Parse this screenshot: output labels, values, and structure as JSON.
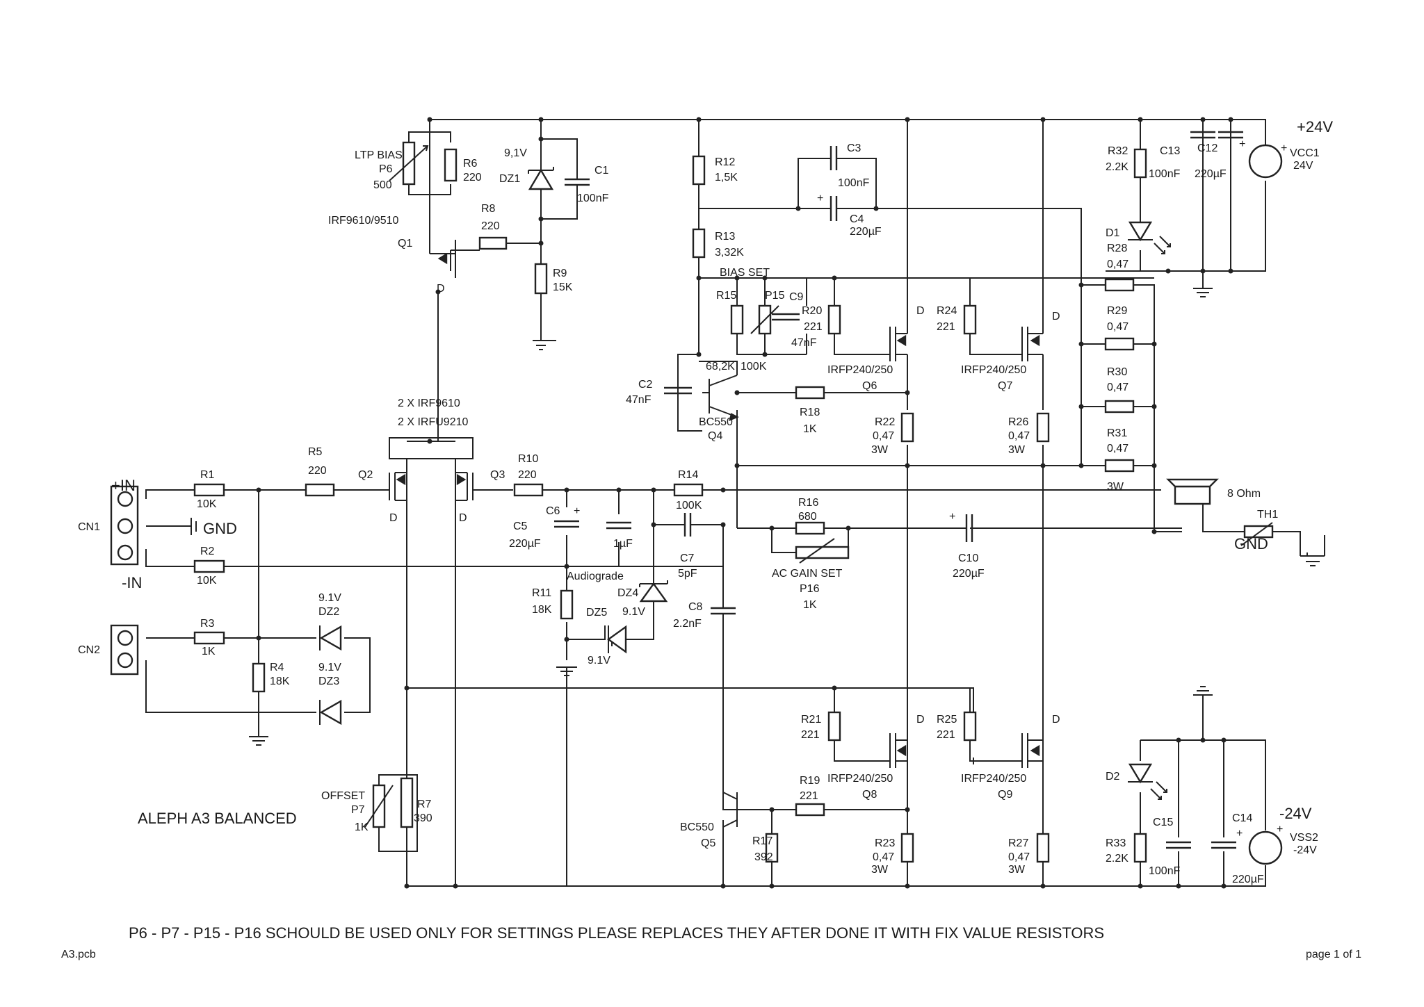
{
  "supply": {
    "pos_label": "+24V",
    "vcc_name": "VCC1",
    "vcc_value": "24V",
    "neg_label": "-24V",
    "vss_name": "VSS2",
    "vss_value": "-24V"
  },
  "title": "ALEPH A3 BALANCED",
  "footer": {
    "note": "P6 - P7 - P15 - P16 SCHOULD  BE USED ONLY FOR SETTINGS PLEASE REPLACES THEY AFTER DONE IT WITH FIX VALUE RESISTORS",
    "file": "A3.pcb",
    "page": "page 1 of 1"
  },
  "connectors": {
    "cn1": "CN1",
    "cn1_pos": "+IN",
    "cn1_neg": "-IN",
    "cn1_gnd": "GND",
    "cn2": "CN2"
  },
  "components": {
    "r1": "R1",
    "r1_v": "10K",
    "r2": "R2",
    "r2_v": "10K",
    "r3": "R3",
    "r3_v": "1K",
    "r4": "R4",
    "r4_v": "18K",
    "r5": "R5",
    "r5_v": "220",
    "r6": "R6",
    "r6_v": "220",
    "r7": "R7",
    "r7_v": "390",
    "r8": "R8",
    "r8_v": "220",
    "r9": "R9",
    "r9_v": "15K",
    "r10": "R10",
    "r10_v": "220",
    "r11": "R11",
    "r11_v": "18K",
    "r12": "R12",
    "r12_v": "1,5K",
    "r13": "R13",
    "r13_v": "3,32K",
    "r14": "R14",
    "r14_v": "100K",
    "r15": "R15",
    "r15_v": "68,2K",
    "r16": "R16",
    "r16_v": "680",
    "r17": "R17",
    "r17_v": "392",
    "r18": "R18",
    "r18_v": "1K",
    "r19": "R19",
    "r19_v": "221",
    "r20": "R20",
    "r20_v": "221",
    "r21": "R21",
    "r21_v": "221",
    "r22": "R22",
    "r22_v": "0,47",
    "r22_w": "3W",
    "r23": "R23",
    "r23_v": "0,47",
    "r23_w": "3W",
    "r24": "R24",
    "r24_v": "221",
    "r25": "R25",
    "r25_v": "221",
    "r26": "R26",
    "r26_v": "0,47",
    "r26_w": "3W",
    "r27": "R27",
    "r27_v": "0,47",
    "r27_w": "3W",
    "r28": "R28",
    "r28_v": "0,47",
    "r29": "R29",
    "r29_v": "0,47",
    "r30": "R30",
    "r30_v": "0,47",
    "r31": "R31",
    "r31_v": "0,47",
    "r31_w": "3W",
    "r32": "R32",
    "r32_v": "2.2K",
    "r33": "R33",
    "r33_v": "2.2K",
    "p6_title": "LTP BIAS",
    "p6": "P6",
    "p6_v": "500",
    "p7_title": "OFFSET",
    "p7": "P7",
    "p7_v": "1K",
    "p15_title": "BIAS SET",
    "p15": "P15",
    "p15_v": "100K",
    "p16_title": "AC GAIN SET",
    "p16": "P16",
    "p16_v": "1K",
    "c1": "C1",
    "c1_v": "100nF",
    "c2": "C2",
    "c2_v": "47nF",
    "c3": "C3",
    "c3_v": "100nF",
    "c4": "C4",
    "c4_v": "220µF",
    "c5": "C5",
    "c5_v": "220µF",
    "c6": "C6",
    "c6_v": "1µF",
    "c6_note": "Audiograde",
    "c7": "C7",
    "c7_v": "5pF",
    "c8": "C8",
    "c8_v": "2.2nF",
    "c9": "C9",
    "c9_v": "47nF",
    "c10": "C10",
    "c10_v": "220µF",
    "c12": "C12",
    "c12_v": "220µF",
    "c13": "C13",
    "c13_v": "100nF",
    "c14": "C14",
    "c14_v": "220µF",
    "c15": "C15",
    "c15_v": "100nF",
    "dz1": "DZ1",
    "dz1_v": "9,1V",
    "dz2": "DZ2",
    "dz2_v": "9.1V",
    "dz3": "DZ3",
    "dz3_v": "9.1V",
    "dz4": "DZ4",
    "dz4_v": "9.1V",
    "dz5": "DZ5",
    "dz5_v": "9.1V",
    "d1": "D1",
    "d2": "D2",
    "q1": "Q1",
    "q1_type": "IRF9610/9510",
    "q23_type1": "2 X IRF9610",
    "q23_type2": "2 X IRFU9210",
    "q2": "Q2",
    "q3": "Q3",
    "q4": "Q4",
    "q4_type": "BC550",
    "q5": "Q5",
    "q5_type": "BC550",
    "q6": "Q6",
    "q7": "Q7",
    "q8": "Q8",
    "q9": "Q9",
    "irfp": "IRFP240/250",
    "drain": "D",
    "spk": "8 Ohm",
    "th1": "TH1",
    "gnd": "GND"
  }
}
